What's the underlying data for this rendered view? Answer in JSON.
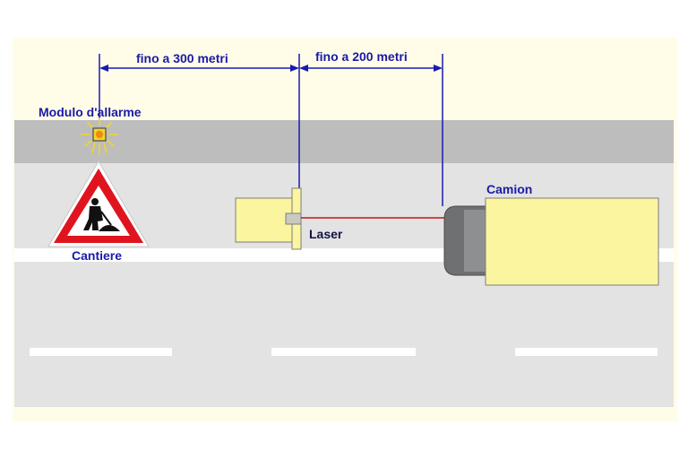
{
  "labels": {
    "distance_1": "fino a 300 metri",
    "distance_2": "fino a 200 metri",
    "alarm_module": "Modulo d'allarme",
    "worksite": "Cantiere",
    "laser": "Laser",
    "truck": "Camion"
  },
  "colors": {
    "background": "#fffde8",
    "road": "#e3e3e3",
    "shoulder": "#bdbdbd",
    "lane_marking": "#ffffff",
    "dimension_line": "#1a1ab0",
    "laser_beam": "#cc1111",
    "device_fill": "#fbf5a0",
    "sign_red": "#e0141e",
    "truck_cab": "#6f7071"
  }
}
